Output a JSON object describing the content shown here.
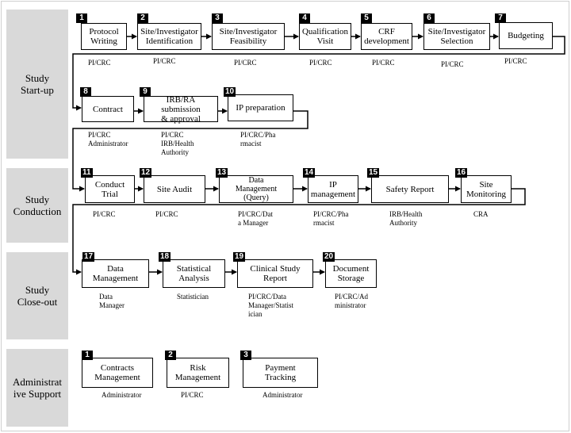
{
  "phases": [
    {
      "label": "Study\nStart-up"
    },
    {
      "label": "Study\nConduction"
    },
    {
      "label": "Study\nClose-out"
    },
    {
      "label": "Administrat\nive Support"
    }
  ],
  "steps": [
    {
      "num": "1",
      "label": "Protocol\nWriting",
      "role": "PI/CRC"
    },
    {
      "num": "2",
      "label": "Site/Investigator\nIdentification",
      "role": "PI/CRC"
    },
    {
      "num": "3",
      "label": "Site/Investigator\nFeasibility",
      "role": "PI/CRC"
    },
    {
      "num": "4",
      "label": "Qualification\nVisit",
      "role": "PI/CRC"
    },
    {
      "num": "5",
      "label": "CRF\ndevelopment",
      "role": "PI/CRC"
    },
    {
      "num": "6",
      "label": "Site/Investigator\nSelection",
      "role": "PI/CRC"
    },
    {
      "num": "7",
      "label": "Budgeting",
      "role": "PI/CRC"
    },
    {
      "num": "8",
      "label": "Contract",
      "role": "PI/CRC\nAdministrator"
    },
    {
      "num": "9",
      "label": "IRB/RA submission\n& approval",
      "role": "PI/CRC\nIRB/Health\nAuthority"
    },
    {
      "num": "10",
      "label": "IP preparation",
      "role": "PI/CRC/Pha\nrmacist"
    },
    {
      "num": "11",
      "label": "Conduct\nTrial",
      "role": "PI/CRC"
    },
    {
      "num": "12",
      "label": "Site Audit",
      "role": "PI/CRC"
    },
    {
      "num": "13",
      "label": "Data\nManagement\n(Query)",
      "role": "PI/CRC/Dat\na Manager"
    },
    {
      "num": "14",
      "label": "IP\nmanagement",
      "role": "PI/CRC/Pha\nrmacist"
    },
    {
      "num": "15",
      "label": "Safety Report",
      "role": "IRB/Health\nAuthority"
    },
    {
      "num": "16",
      "label": "Site\nMonitoring",
      "role": "CRA"
    },
    {
      "num": "17",
      "label": "Data\nManagement",
      "role": "Data\nManager"
    },
    {
      "num": "18",
      "label": "Statistical\nAnalysis",
      "role": "Statistician"
    },
    {
      "num": "19",
      "label": "Clinical Study\nReport",
      "role": "PI/CRC/Data\nManager/Statist\nician"
    },
    {
      "num": "20",
      "label": "Document\nStorage",
      "role": "PI/CRC/Ad\nministrator"
    }
  ],
  "support": [
    {
      "num": "1",
      "label": "Contracts\nManagement",
      "role": "Administrator"
    },
    {
      "num": "2",
      "label": "Risk\nManagement",
      "role": "PI/CRC"
    },
    {
      "num": "3",
      "label": "Payment\nTracking",
      "role": "Administrator"
    }
  ]
}
